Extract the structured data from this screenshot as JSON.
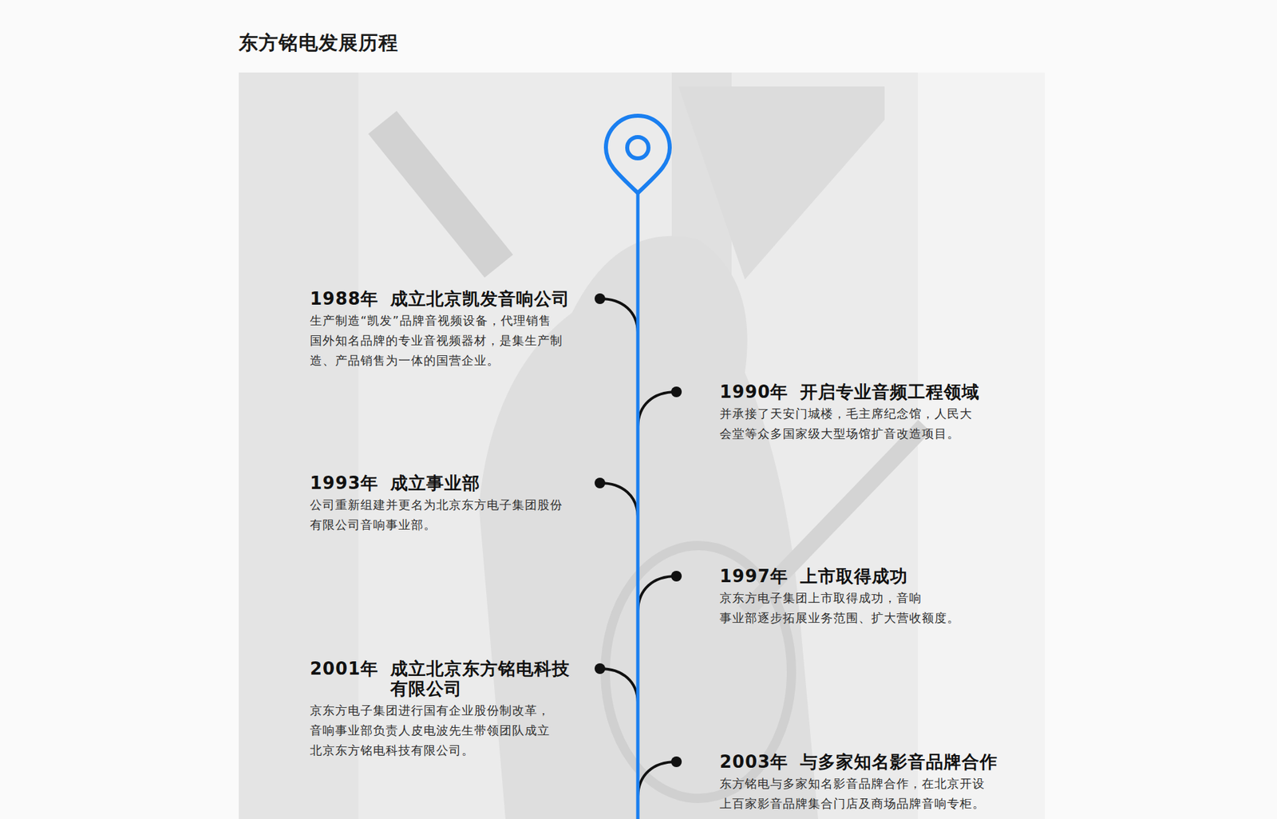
{
  "diagram": {
    "title": "东方铭电发展历程",
    "labels": [
      "1988年",
      "成立北京凯发音响公司",
      "生产制造“凯发”品牌音视频设备，代理销售 国外知名品牌的专业音视频器材，是集生产制 造、产品销售为一体的国营企业。",
      "1990年",
      "开启专业音频工程领域",
      "并承接了天安门城楼，毛主席纪念馆，人民大 会堂等众多国家级大型场馆扩音改造项目。",
      "1993年",
      "成立事业部",
      "公司重新组建并更名为北京东方电子集团股份 有限公司音响事业部。",
      "1997年",
      "上市取得成功",
      "京东方电子集团上市取得成功，音响 事业部逐步拓展业务范围、扩大营收额度。",
      "2001年",
      "成立北京东方铭电科技有限公司",
      "京东方电子集团进行国有企业股份制改革， 音响事业部负责人皮电波先生带领团队成立 北京东方铭电科技有限公司。",
      "2003年",
      "与多家知名影音品牌合作",
      "东方铭电与多家知名影音品牌合作，在北京开设 上百家影音品牌集合门店及商场品牌音响专柜。"
    ]
  }
}
